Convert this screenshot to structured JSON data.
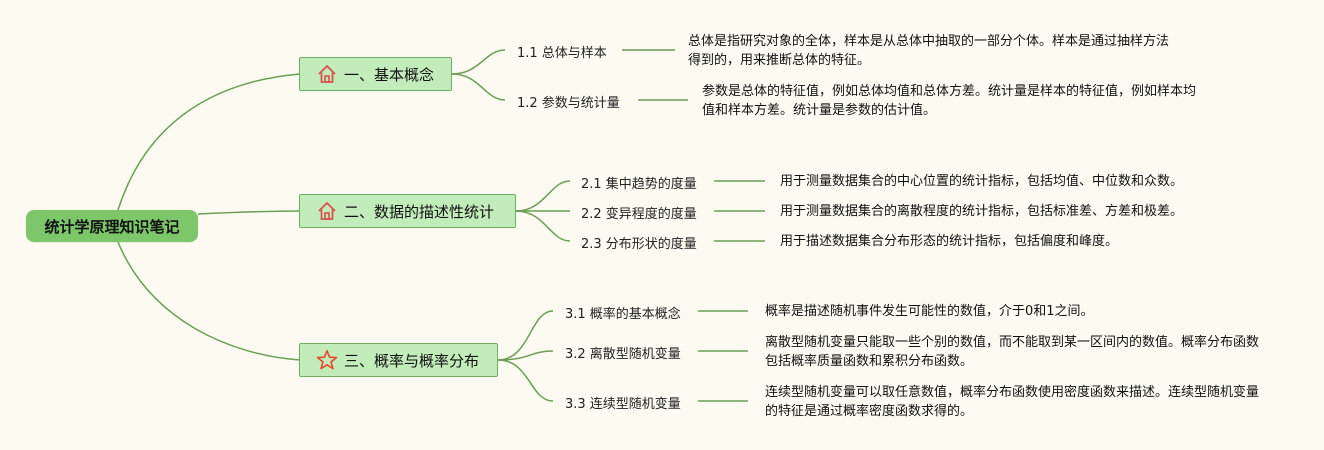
{
  "root": {
    "label": "统计学原理知识笔记"
  },
  "branches": [
    {
      "label": "一、基本概念",
      "icon": "house-icon",
      "topics": [
        {
          "label": "1.1 总体与样本",
          "desc": "总体是指研究对象的全体，样本是从总体中抽取的一部分个体。样本是通过抽样方法得到的，用来推断总体的特征。"
        },
        {
          "label": "1.2 参数与统计量",
          "desc": "参数是总体的特征值，例如总体均值和总体方差。统计量是样本的特征值，例如样本均值和样本方差。统计量是参数的估计值。"
        }
      ]
    },
    {
      "label": "二、数据的描述性统计",
      "icon": "house-icon",
      "topics": [
        {
          "label": "2.1 集中趋势的度量",
          "desc": "用于测量数据集合的中心位置的统计指标，包括均值、中位数和众数。"
        },
        {
          "label": "2.2 变异程度的度量",
          "desc": "用于测量数据集合的离散程度的统计指标，包括标准差、方差和极差。"
        },
        {
          "label": "2.3 分布形状的度量",
          "desc": "用于描述数据集合分布形态的统计指标，包括偏度和峰度。"
        }
      ]
    },
    {
      "label": "三、概率与概率分布",
      "icon": "star-icon",
      "topics": [
        {
          "label": "3.1 概率的基本概念",
          "desc": "概率是描述随机事件发生可能性的数值，介于0和1之间。"
        },
        {
          "label": "3.2 离散型随机变量",
          "desc": "离散型随机变量只能取一些个别的数值，而不能取到某一区间内的数值。概率分布函数包括概率质量函数和累积分布函数。"
        },
        {
          "label": "3.3 连续型随机变量",
          "desc": "连续型随机变量可以取任意数值，概率分布函数使用密度函数来描述。连续型随机变量的特征是通过概率密度函数求得的。"
        }
      ]
    }
  ],
  "colors": {
    "background": "#fcfaf1",
    "root_fill": "#7dc66a",
    "branch_fill": "#c3ecbb",
    "branch_border": "#6eaf63",
    "connector": "#6a9f55",
    "house_icon": "#d9534f",
    "star_icon": "#e8482c"
  }
}
